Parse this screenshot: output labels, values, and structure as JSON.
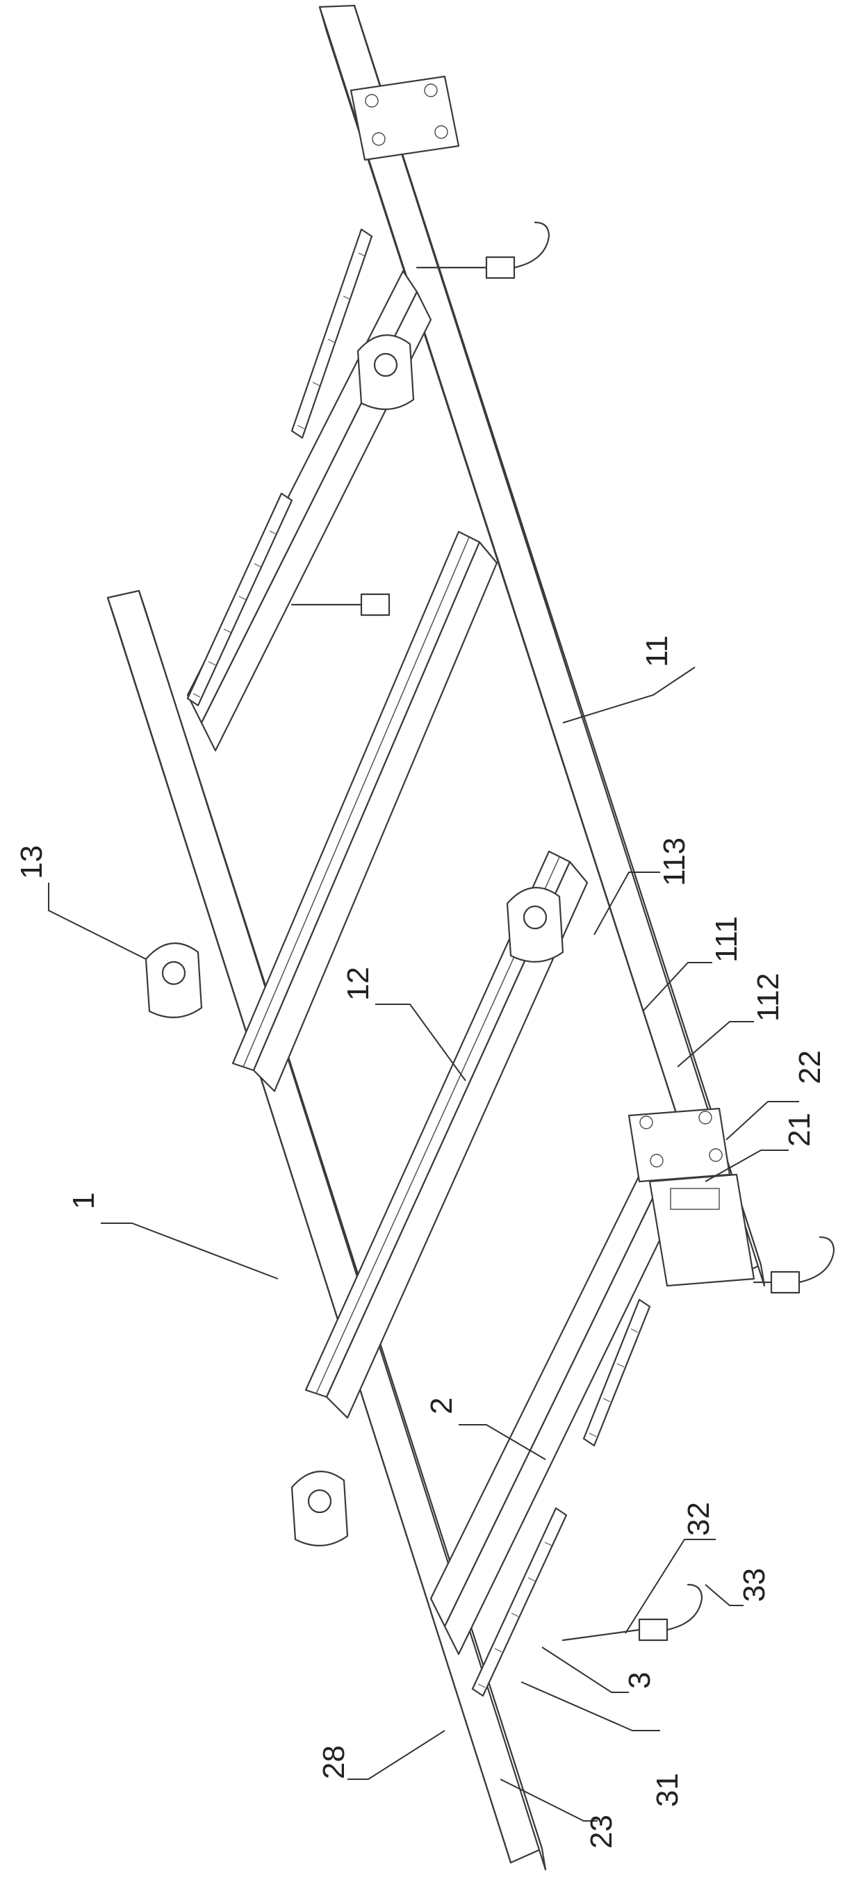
{
  "colors": {
    "line": "#3a3a3a",
    "background": "#ffffff"
  },
  "labels": [
    {
      "id": "l11",
      "text": "11"
    },
    {
      "id": "l113",
      "text": "113"
    },
    {
      "id": "l111",
      "text": "111"
    },
    {
      "id": "l112",
      "text": "112"
    },
    {
      "id": "l22",
      "text": "22"
    },
    {
      "id": "l21",
      "text": "21"
    },
    {
      "id": "l13",
      "text": "13"
    },
    {
      "id": "l12",
      "text": "12"
    },
    {
      "id": "l1",
      "text": "1"
    },
    {
      "id": "l2",
      "text": "2"
    },
    {
      "id": "l32",
      "text": "32"
    },
    {
      "id": "l33",
      "text": "33"
    },
    {
      "id": "l3",
      "text": "3"
    },
    {
      "id": "l28",
      "text": "28"
    },
    {
      "id": "l23",
      "text": "23"
    },
    {
      "id": "l31",
      "text": "31"
    }
  ]
}
